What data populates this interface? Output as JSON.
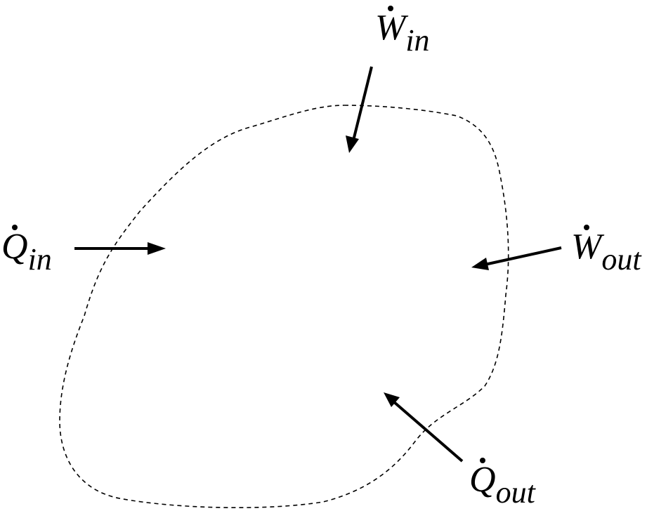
{
  "labels": {
    "w_in": {
      "symbol": "W",
      "subscript": "in"
    },
    "w_out": {
      "symbol": "W",
      "subscript": "out"
    },
    "q_in": {
      "symbol": "Q",
      "subscript": "in"
    },
    "q_out": {
      "symbol": "Q",
      "subscript": "out"
    }
  },
  "colors": {
    "stroke": "#000000",
    "background": "#ffffff"
  }
}
